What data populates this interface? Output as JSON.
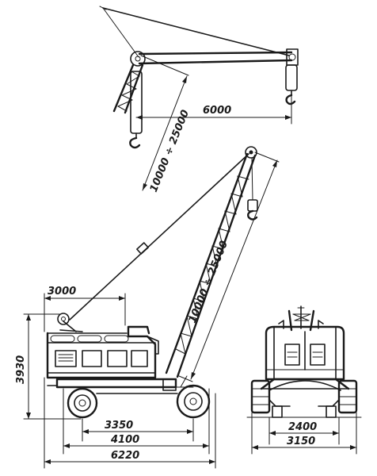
{
  "drawing": {
    "dimensions": {
      "jib_reach": "6000",
      "jib_boom_range": "10000 ÷ 25000",
      "main_boom_range": "10000 ÷ 25000",
      "outrigger_radius": "3000",
      "height": "3930",
      "wheelbase": "3350",
      "chassis_length": "4100",
      "overall_length": "6220",
      "track_width": "2400",
      "overall_width": "3150"
    }
  }
}
